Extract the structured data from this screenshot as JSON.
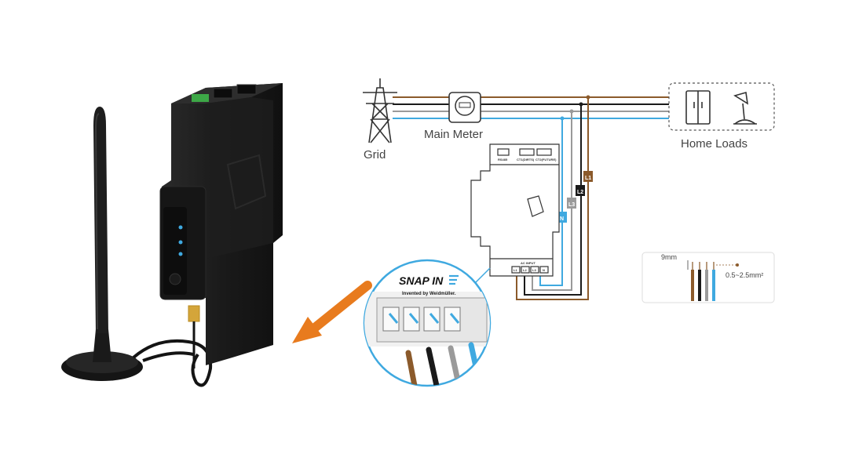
{
  "labels": {
    "grid": "Grid",
    "main_meter": "Main Meter",
    "home_loads": "Home Loads",
    "snap_in": "SNAP IN",
    "invented_by": "Invented by Weidmüller.",
    "wire_strip": "9mm",
    "wire_size": "0.5~2.5mm²",
    "term_l1": "L1",
    "term_l2": "L2",
    "term_l3": "L3",
    "term_n": "N",
    "port_rs485": "RS485",
    "port_ct1": "CT1(DIRTS)",
    "port_ct2": "CT2(FUTURE)",
    "ac_input": "AC INPUT",
    "ac_l1": "L1",
    "ac_l2": "L2",
    "ac_l3": "L3",
    "ac_n": "N"
  },
  "colors": {
    "brown": "#8B5A2B",
    "black": "#1a1a1a",
    "grey": "#9a9a9a",
    "blue": "#3fa9e0",
    "arrow": "#e87b1e",
    "device": "#1c1c1c"
  },
  "icons": [
    "transmission-tower-icon",
    "meter-icon",
    "appliance-icon",
    "lamp-icon",
    "arrow-icon",
    "antenna-icon"
  ]
}
